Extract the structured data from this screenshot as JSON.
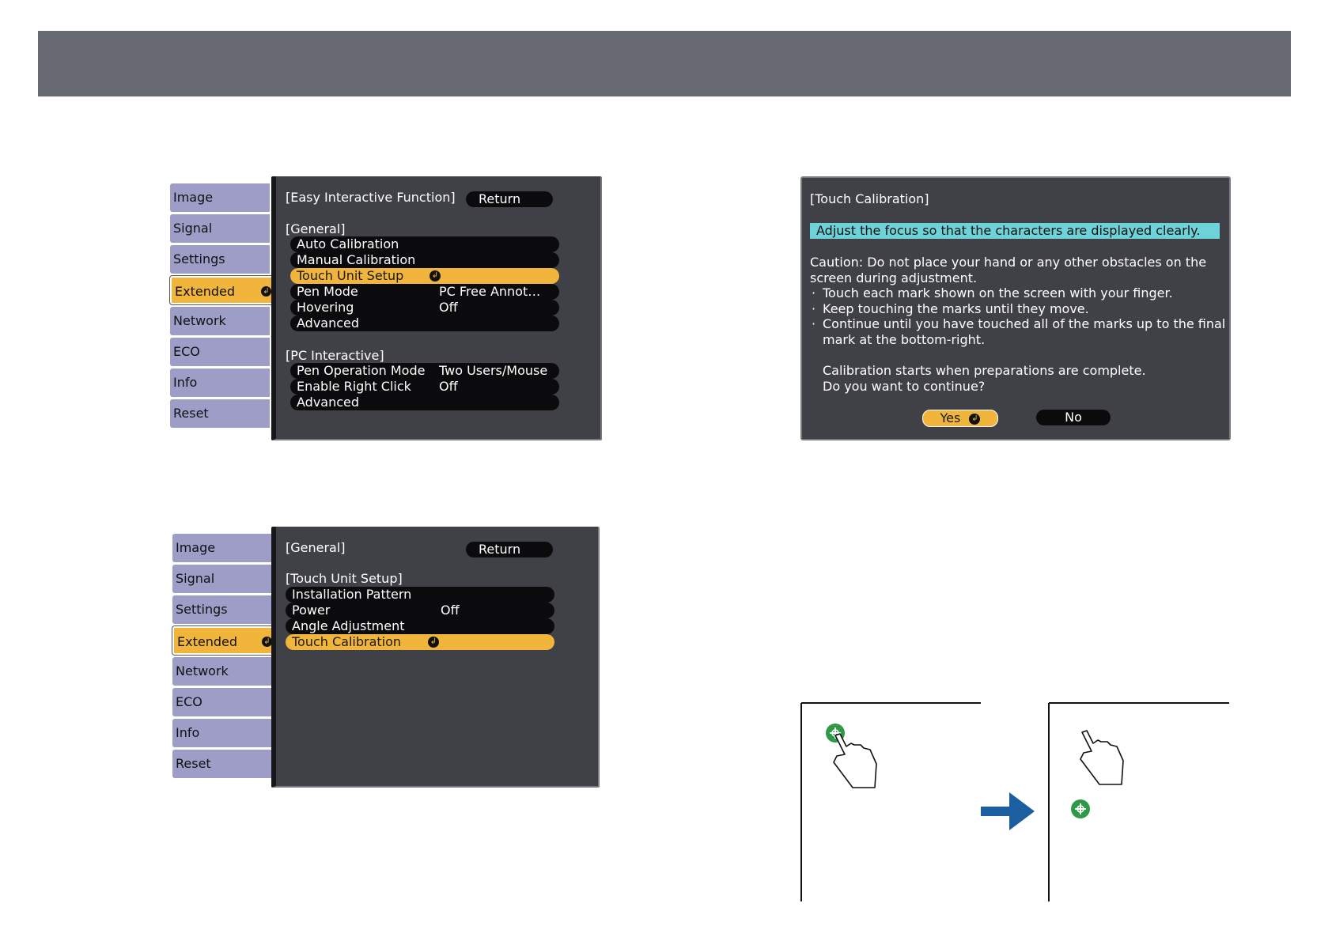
{
  "side_menu": {
    "items": [
      {
        "label": "Image"
      },
      {
        "label": "Signal"
      },
      {
        "label": "Settings"
      },
      {
        "label": "Extended",
        "active": true
      },
      {
        "label": "Network"
      },
      {
        "label": "ECO"
      },
      {
        "label": "Info"
      },
      {
        "label": "Reset"
      }
    ]
  },
  "menu1": {
    "title": "[Easy Interactive Function]",
    "return_label": "Return",
    "general_header": "[General]",
    "general_rows": [
      {
        "label": "Auto Calibration",
        "value": ""
      },
      {
        "label": "Manual Calibration",
        "value": ""
      },
      {
        "label": "Touch Unit Setup",
        "value": "",
        "selected": true
      },
      {
        "label": "Pen Mode",
        "value": "PC Free Annot…"
      },
      {
        "label": "Hovering",
        "value": "Off"
      },
      {
        "label": "Advanced",
        "value": ""
      }
    ],
    "pc_header": "[PC Interactive]",
    "pc_rows": [
      {
        "label": "Pen Operation Mode",
        "value": "Two Users/Mouse"
      },
      {
        "label": "Enable Right Click",
        "value": "Off"
      },
      {
        "label": "Advanced",
        "value": ""
      }
    ]
  },
  "menu2": {
    "title": "[General]",
    "return_label": "Return",
    "section_header": "[Touch Unit Setup]",
    "rows": [
      {
        "label": "Installation Pattern",
        "value": ""
      },
      {
        "label": "Power",
        "value": "Off"
      },
      {
        "label": "Angle Adjustment",
        "value": ""
      },
      {
        "label": "Touch Calibration",
        "value": "",
        "selected": true
      }
    ]
  },
  "dialog": {
    "title": "[Touch Calibration]",
    "highlight": "Adjust the focus so that the characters are displayed clearly.",
    "caution_line1": "Caution: Do not place your hand or any other obstacles on the",
    "caution_line2": "screen during adjustment.",
    "bullet1": "Touch each mark shown on the screen with your finger.",
    "bullet2": "Keep touching the marks until they move.",
    "bullet3_line1": "Continue until you have touched all of the marks up to the final",
    "bullet3_line2": "mark at the bottom-right.",
    "bullet_symbol": "·",
    "info_line1": "Calibration starts when preparations are complete.",
    "info_line2": "Do you want to continue?",
    "yes_label": "Yes",
    "no_label": "No"
  },
  "colors": {
    "menu_bg": "#404147",
    "tab": "#9d9dc7",
    "selected": "#f0b53a",
    "highlight": "#6dd3d9",
    "arrow": "#1b5fa0",
    "mark": "#2e9a48"
  }
}
